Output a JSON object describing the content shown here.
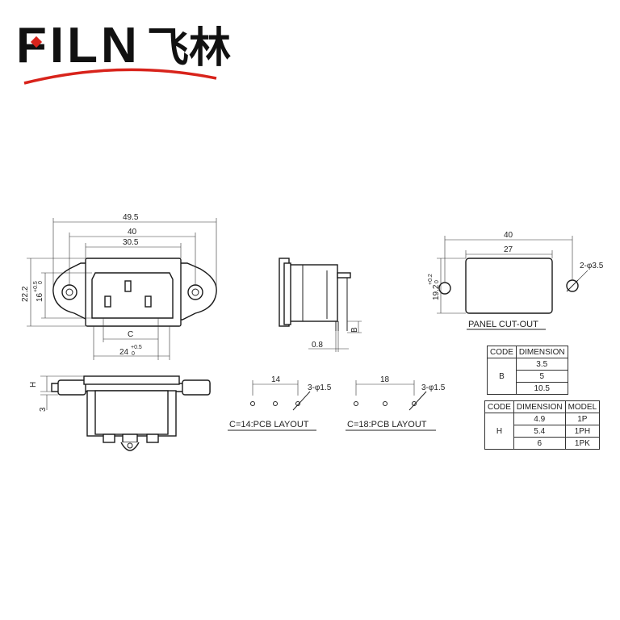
{
  "brand": {
    "latin": "FILN",
    "chinese": "飞林",
    "red": "#d8231b"
  },
  "front_view": {
    "width_overall": "49.5",
    "width_holes": "40",
    "width_body": "30.5",
    "height_overall": "22.2",
    "height_body": "16",
    "height_body_tol": "+0.5",
    "height_body_tol2": "0",
    "width_c": "C",
    "width_24": "24",
    "width_24_tol": "+0.5",
    "width_24_tol2": "0"
  },
  "side_view": {
    "thickness": "0.8",
    "pin_b": "B"
  },
  "panel_cutout": {
    "width_holes": "40",
    "width_cut": "27",
    "height_cut": "19.2",
    "height_tol": "+0.2",
    "height_tol2": "0",
    "hole_callout": "2-φ3.5",
    "label": "PANEL CUT-OUT"
  },
  "bottom_view": {
    "h_label": "H",
    "flange": "3"
  },
  "pcb_14": {
    "pitch": "14",
    "holes": "3-φ1.5",
    "label": "C=14:PCB LAYOUT"
  },
  "pcb_18": {
    "pitch": "18",
    "holes": "3-φ1.5",
    "label": "C=18:PCB LAYOUT"
  },
  "table_b": {
    "headers": [
      "CODE",
      "DIMENSION"
    ],
    "code": "B",
    "values": [
      "3.5",
      "5",
      "10.5"
    ]
  },
  "table_h": {
    "headers": [
      "CODE",
      "DIMENSION",
      "MODEL"
    ],
    "code": "H",
    "rows": [
      [
        "4.9",
        "1P"
      ],
      [
        "5.4",
        "1PH"
      ],
      [
        "6",
        "1PK"
      ]
    ]
  }
}
